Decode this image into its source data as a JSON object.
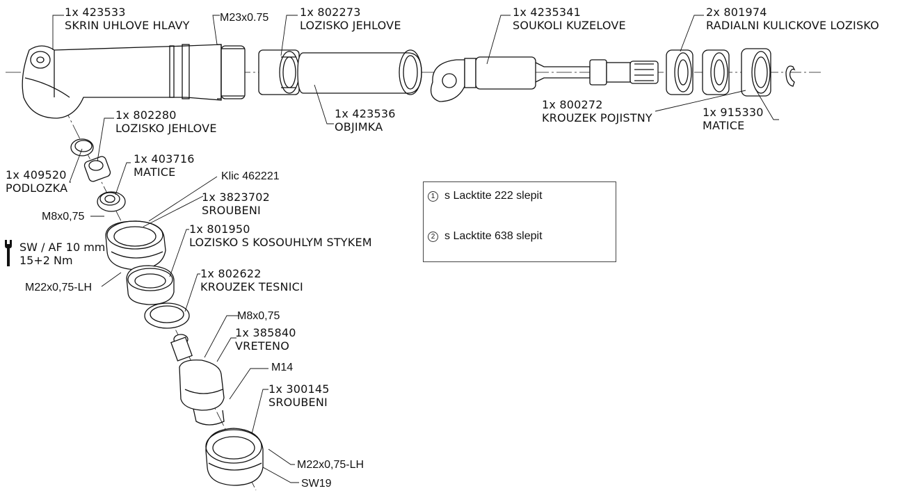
{
  "parts": {
    "housing": {
      "qty": "1x 423533",
      "name": "SKRIN UHLOVE HLAVY"
    },
    "needle1": {
      "qty": "1x 802273",
      "name": "LOZISKO JEHLOVE"
    },
    "bevel_gear": {
      "qty": "1x 4235341",
      "name": "SOUKOLI KUZELOVE"
    },
    "radial_bear": {
      "qty": "2x 801974",
      "name": "RADIALNI KULICKOVE LOZISKO"
    },
    "sleeve": {
      "qty": "1x 423536",
      "name": "OBJIMKA"
    },
    "circlip": {
      "qty": "1x 800272",
      "name": "KROUZEK POJISTNY"
    },
    "nut_915": {
      "qty": "1x 915330",
      "name": "MATICE"
    },
    "needle2": {
      "qty": "1x 802280",
      "name": "LOZISKO JEHLOVE"
    },
    "washer": {
      "qty": "1x 409520",
      "name": "PODLOZKA"
    },
    "nut_403": {
      "qty": "1x 403716",
      "name": "MATICE"
    },
    "screw_382": {
      "qty": "1x 3823702",
      "name": "SROUBENI"
    },
    "angular_bear": {
      "qty": "1x 801950",
      "name": "LOZISKO S KOSOUHLYM STYKEM"
    },
    "seal_ring": {
      "qty": "1x 802622",
      "name": "KROUZEK TESNICI"
    },
    "spindle": {
      "qty": "1x 385840",
      "name": "VRETENO"
    },
    "screw_300": {
      "qty": "1x 300145",
      "name": "SROUBENI"
    }
  },
  "dimensions": {
    "m23": "M23x0.75",
    "m8_a": "M8x0,75",
    "m8_b": "M8x0,75",
    "key": "Klic 462221",
    "m22_a": "M22x0,75-LH",
    "m22_b": "M22x0,75-LH",
    "m14": "M14",
    "sw19": "SW19"
  },
  "torque": {
    "line1": "SW / AF 10 mm",
    "line2": "15+2 Nm"
  },
  "notes": [
    {
      "num": "1",
      "text": "s Lacktite 222 slepit"
    },
    {
      "num": "2",
      "text": "s Lacktite 638 slepit"
    }
  ],
  "icons": [
    "wrench-icon"
  ]
}
